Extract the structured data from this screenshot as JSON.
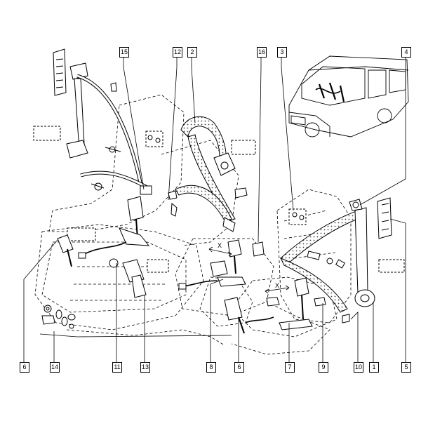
{
  "callouts": {
    "top_15": "15",
    "top_12": "12",
    "top_2": "2",
    "top_16": "16",
    "top_3": "3",
    "top_4": "4",
    "bottom_6a": "6",
    "bottom_14": "14",
    "bottom_11": "11",
    "bottom_13": "13",
    "bottom_8": "8",
    "bottom_6b": "6",
    "bottom_7": "7",
    "bottom_9": "9",
    "bottom_10": "10",
    "bottom_1": "1",
    "bottom_5": "5"
  },
  "dimension_labels": {
    "x_center": "X",
    "x_right": "X"
  },
  "colors": {
    "ink": "#000000",
    "hatch": "#555555",
    "background": "#ffffff"
  }
}
